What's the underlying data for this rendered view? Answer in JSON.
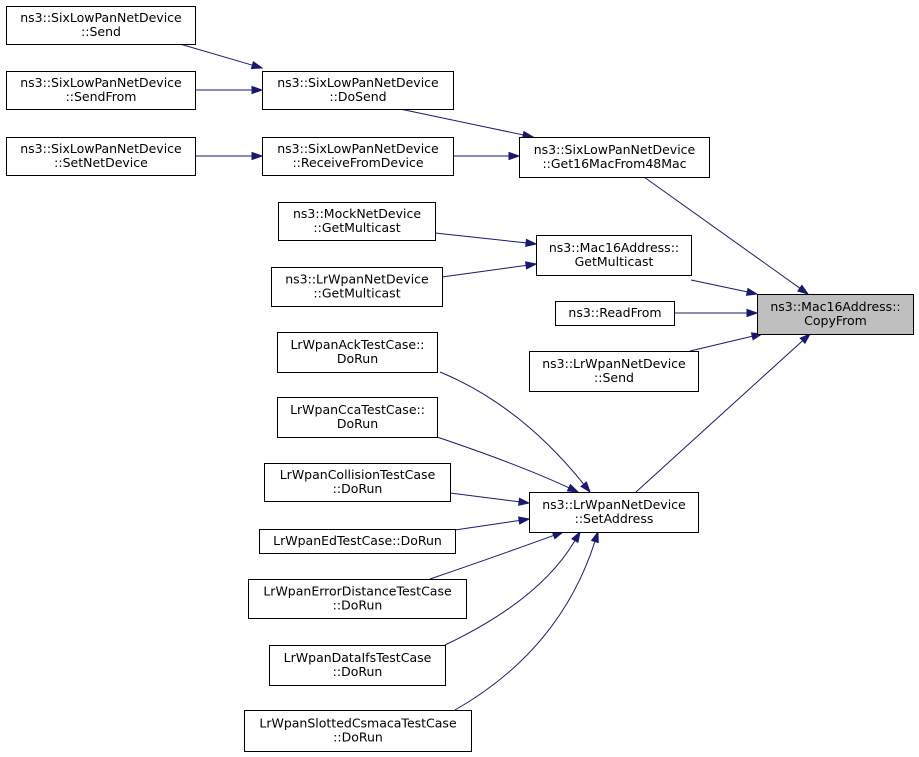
{
  "nodes": [
    {
      "id": "six_send",
      "lines": [
        "ns3::SixLowPanNetDevice",
        "::Send"
      ]
    },
    {
      "id": "six_sendfrom",
      "lines": [
        "ns3::SixLowPanNetDevice",
        "::SendFrom"
      ]
    },
    {
      "id": "six_setnetdevice",
      "lines": [
        "ns3::SixLowPanNetDevice",
        "::SetNetDevice"
      ]
    },
    {
      "id": "six_dosend",
      "lines": [
        "ns3::SixLowPanNetDevice",
        "::DoSend"
      ]
    },
    {
      "id": "six_receivefromdevice",
      "lines": [
        "ns3::SixLowPanNetDevice",
        "::ReceiveFromDevice"
      ]
    },
    {
      "id": "six_get16mac",
      "lines": [
        "ns3::SixLowPanNetDevice",
        "::Get16MacFrom48Mac"
      ]
    },
    {
      "id": "mock_getmulticast",
      "lines": [
        "ns3::MockNetDevice",
        "::GetMulticast"
      ]
    },
    {
      "id": "lrwpan_getmulticast",
      "lines": [
        "ns3::LrWpanNetDevice",
        "::GetMulticast"
      ]
    },
    {
      "id": "mac16_getmulticast",
      "lines": [
        "ns3::Mac16Address::",
        "GetMulticast"
      ]
    },
    {
      "id": "readfrom",
      "lines": [
        "ns3::ReadFrom"
      ]
    },
    {
      "id": "lrwpan_send",
      "lines": [
        "ns3::LrWpanNetDevice",
        "::Send"
      ]
    },
    {
      "id": "mac16_copyfrom",
      "lines": [
        "ns3::Mac16Address::",
        "CopyFrom"
      ]
    },
    {
      "id": "ack_dorun",
      "lines": [
        "LrWpanAckTestCase::",
        "DoRun"
      ]
    },
    {
      "id": "cca_dorun",
      "lines": [
        "LrWpanCcaTestCase::",
        "DoRun"
      ]
    },
    {
      "id": "collision_dorun",
      "lines": [
        "LrWpanCollisionTestCase",
        "::DoRun"
      ]
    },
    {
      "id": "ed_dorun",
      "lines": [
        "LrWpanEdTestCase::DoRun"
      ]
    },
    {
      "id": "errdist_dorun",
      "lines": [
        "LrWpanErrorDistanceTestCase",
        "::DoRun"
      ]
    },
    {
      "id": "dataifs_dorun",
      "lines": [
        "LrWpanDataIfsTestCase",
        "::DoRun"
      ]
    },
    {
      "id": "slotted_dorun",
      "lines": [
        "LrWpanSlottedCsmacaTestCase",
        "::DoRun"
      ]
    },
    {
      "id": "lrwpan_setaddress",
      "lines": [
        "ns3::LrWpanNetDevice",
        "::SetAddress"
      ]
    }
  ],
  "edges": [
    {
      "from": "six_send",
      "to": "six_dosend"
    },
    {
      "from": "six_sendfrom",
      "to": "six_dosend"
    },
    {
      "from": "six_setnetdevice",
      "to": "six_receivefromdevice"
    },
    {
      "from": "six_dosend",
      "to": "six_get16mac"
    },
    {
      "from": "six_receivefromdevice",
      "to": "six_get16mac"
    },
    {
      "from": "six_get16mac",
      "to": "mac16_copyfrom"
    },
    {
      "from": "mock_getmulticast",
      "to": "mac16_getmulticast"
    },
    {
      "from": "lrwpan_getmulticast",
      "to": "mac16_getmulticast"
    },
    {
      "from": "mac16_getmulticast",
      "to": "mac16_copyfrom"
    },
    {
      "from": "readfrom",
      "to": "mac16_copyfrom"
    },
    {
      "from": "lrwpan_send",
      "to": "mac16_copyfrom"
    },
    {
      "from": "lrwpan_setaddress",
      "to": "mac16_copyfrom"
    },
    {
      "from": "ack_dorun",
      "to": "lrwpan_setaddress"
    },
    {
      "from": "cca_dorun",
      "to": "lrwpan_setaddress"
    },
    {
      "from": "collision_dorun",
      "to": "lrwpan_setaddress"
    },
    {
      "from": "ed_dorun",
      "to": "lrwpan_setaddress"
    },
    {
      "from": "errdist_dorun",
      "to": "lrwpan_setaddress"
    },
    {
      "from": "dataifs_dorun",
      "to": "lrwpan_setaddress"
    },
    {
      "from": "slotted_dorun",
      "to": "lrwpan_setaddress"
    }
  ],
  "colors": {
    "edge": "#191970",
    "focus_fill": "#bfbfbf",
    "node_fill": "#ffffff",
    "border": "#000000"
  }
}
